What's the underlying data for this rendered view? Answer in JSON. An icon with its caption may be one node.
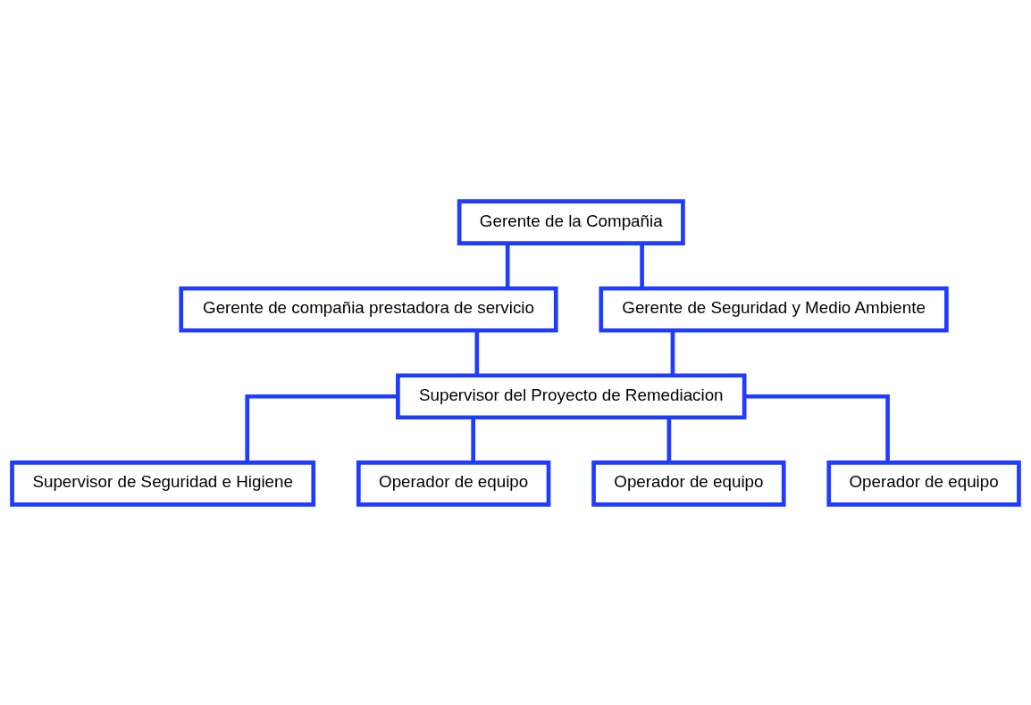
{
  "diagram": {
    "nodes": [
      {
        "text": [
          "Gerente de la Compañia"
        ]
      },
      {
        "text": [
          "Gerente de compañia prestadora de servicio"
        ]
      },
      {
        "text": [
          "Gerente de Seguridad y Medio Ambiente"
        ]
      },
      {
        "text": [
          "Supervisor del Proyecto de Remediacion"
        ]
      },
      {
        "text": [
          "Supervisor de Seguridad e Higiene"
        ]
      },
      {
        "text": [
          "Operador de equipo"
        ]
      },
      {
        "text": [
          "Operador de equipo"
        ]
      },
      {
        "text": [
          "Operador de equipo"
        ]
      }
    ],
    "edges": [
      {
        "from": 0,
        "to": 1,
        "arrow": "none"
      },
      {
        "from": 0,
        "to": 2,
        "arrow": "none"
      },
      {
        "from": 1,
        "to": 3,
        "arrow": "none"
      },
      {
        "from": 2,
        "to": 3,
        "arrow": "none"
      },
      {
        "from": 3,
        "to": 4,
        "arrow": "none"
      },
      {
        "from": 3,
        "to": 5,
        "arrow": "none"
      },
      {
        "from": 3,
        "to": 6,
        "arrow": "none"
      },
      {
        "from": 3,
        "to": 7,
        "arrow": "none"
      }
    ]
  }
}
